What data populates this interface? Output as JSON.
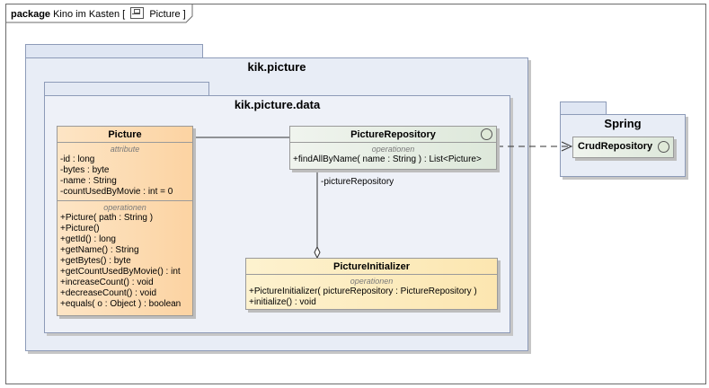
{
  "frame": {
    "keyword": "package",
    "name": "Kino im Kasten",
    "bracket_open": "[",
    "diagram_name": "Picture",
    "bracket_close": "]",
    "diagram_icon": "package-diagram-icon"
  },
  "packages": {
    "outer": {
      "name": "kik.picture"
    },
    "inner": {
      "name": "kik.picture.data"
    },
    "spring": {
      "name": "Spring"
    }
  },
  "classes": {
    "picture": {
      "name": "Picture",
      "attr_title": "attribute",
      "attributes": [
        "-id : long",
        "-bytes : byte",
        "-name : String",
        "-countUsedByMovie : int = 0"
      ],
      "ops_title": "operationen",
      "operations": [
        "+Picture( path : String )",
        "+Picture()",
        "+getId() : long",
        "+getName() : String",
        "+getBytes() : byte",
        "+getCountUsedByMovie() : int",
        "+increaseCount() : void",
        "+decreaseCount() : void",
        "+equals( o : Object ) : boolean"
      ]
    },
    "picture_repository": {
      "name": "PictureRepository",
      "ops_title": "operationen",
      "operations": [
        "+findAllByName( name : String ) : List<Picture>"
      ]
    },
    "picture_initializer": {
      "name": "PictureInitializer",
      "ops_title": "operationen",
      "operations": [
        "+PictureInitializer( pictureRepository : PictureRepository )",
        "+initialize() : void"
      ]
    },
    "crud_repository": {
      "name": "CrudRepository"
    }
  },
  "associations": {
    "repository_role": "-pictureRepository"
  },
  "colors": {
    "class_orange": "#fcd3a2",
    "class_green": "#dde8da",
    "class_yellow": "#fce6b0",
    "package_fill": "#e8edf6"
  }
}
